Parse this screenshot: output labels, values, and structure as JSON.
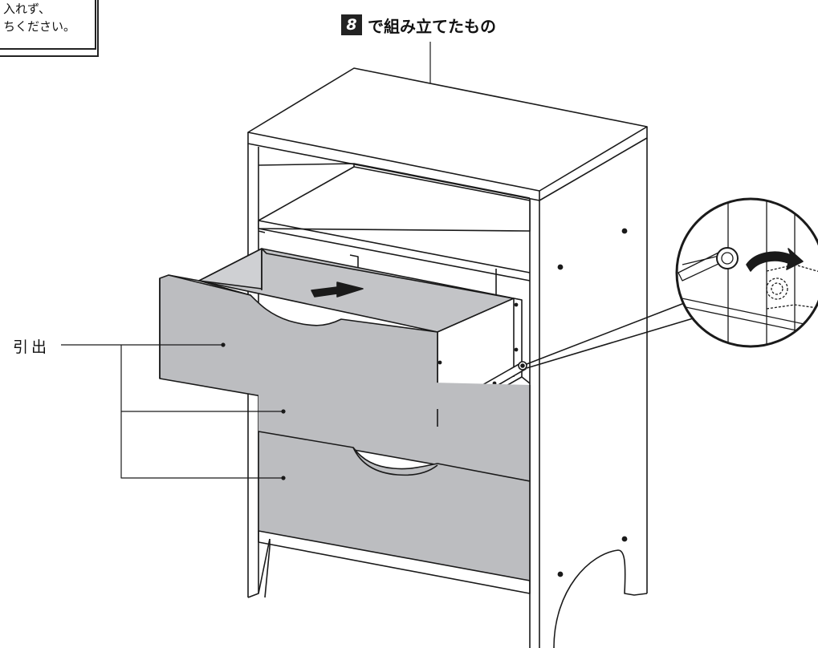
{
  "note": {
    "line1": "入れず、",
    "line2": "ちください。"
  },
  "step": {
    "number": "8",
    "caption": "で組み立てたもの"
  },
  "labels": {
    "drawer": "引出"
  },
  "colors": {
    "outline": "#1a1a1a",
    "drawer_fill": "#bcbdc0",
    "drawer_inner": "#c3c4c7",
    "background": "#ffffff"
  }
}
